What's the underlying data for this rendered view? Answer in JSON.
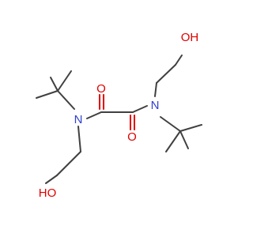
{
  "atoms": {
    "o_top": "O",
    "o_bottom": "O",
    "n_left": "N",
    "n_right": "N",
    "oh_top": "OH",
    "ho_bottom": "HO"
  },
  "colors": {
    "carbon_bond": "#404040",
    "oxygen": "#e00000",
    "nitrogen": "#3040d0",
    "background": "#ffffff"
  }
}
